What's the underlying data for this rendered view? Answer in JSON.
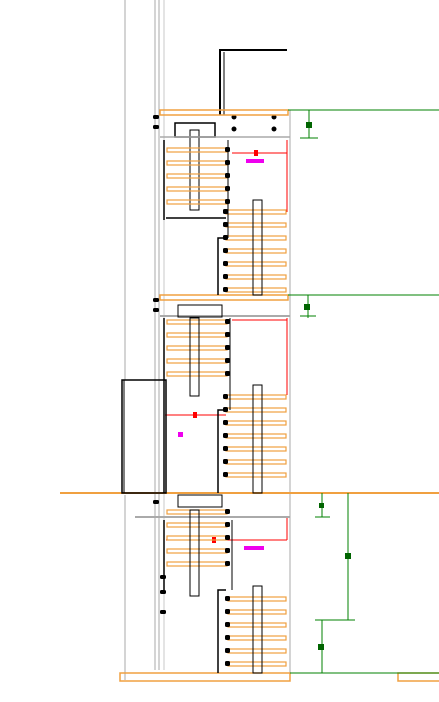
{
  "drawing": {
    "kind": "stair section (CAD)",
    "colors": {
      "background": "#ffffff",
      "wall_line": "#aaaaaa",
      "structure": "#000000",
      "stair_tread": "#f0a040",
      "floor_slab": "#f0a040",
      "dimension": "#008000",
      "dim_marker": "#006400",
      "red_dimension": "#ff0000",
      "magenta_tag": "#ee00ee"
    },
    "stair_flights": [
      {
        "name": "flight-1-lower-left",
        "tread_count": 5
      },
      {
        "name": "flight-1-upper-right",
        "tread_count": 7
      },
      {
        "name": "flight-2-lower-left",
        "tread_count": 5
      },
      {
        "name": "flight-2-upper-right",
        "tread_count": 7
      },
      {
        "name": "flight-3-lower-left",
        "tread_count": 5
      },
      {
        "name": "flight-3-upper-right",
        "tread_count": 6
      }
    ],
    "floor_levels": 4
  }
}
